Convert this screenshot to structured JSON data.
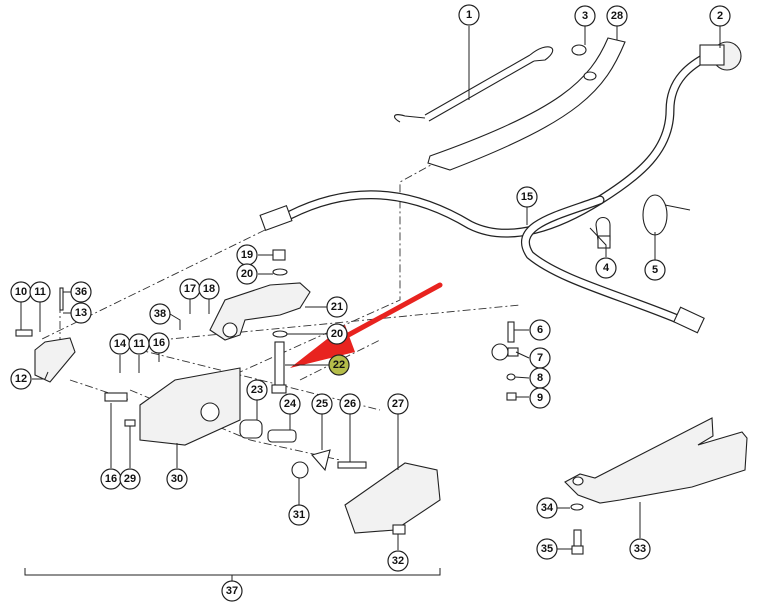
{
  "diagram": {
    "title": "Exploded parts diagram",
    "highlight_color": "#b5bd4a",
    "arrow_color": "#e8231f",
    "highlighted_part": "22",
    "callouts": [
      {
        "id": "c1",
        "label": "1"
      },
      {
        "id": "c2",
        "label": "2"
      },
      {
        "id": "c3",
        "label": "3"
      },
      {
        "id": "c28",
        "label": "28"
      },
      {
        "id": "c15",
        "label": "15"
      },
      {
        "id": "c4",
        "label": "4"
      },
      {
        "id": "c5",
        "label": "5"
      },
      {
        "id": "c6",
        "label": "6"
      },
      {
        "id": "c7",
        "label": "7"
      },
      {
        "id": "c8",
        "label": "8"
      },
      {
        "id": "c9",
        "label": "9"
      },
      {
        "id": "c10",
        "label": "10"
      },
      {
        "id": "c11a",
        "label": "11"
      },
      {
        "id": "c36",
        "label": "36"
      },
      {
        "id": "c13",
        "label": "13"
      },
      {
        "id": "c12",
        "label": "12"
      },
      {
        "id": "c38",
        "label": "38"
      },
      {
        "id": "c17",
        "label": "17"
      },
      {
        "id": "c18",
        "label": "18"
      },
      {
        "id": "c19",
        "label": "19"
      },
      {
        "id": "c20a",
        "label": "20"
      },
      {
        "id": "c21",
        "label": "21"
      },
      {
        "id": "c20b",
        "label": "20"
      },
      {
        "id": "c22",
        "label": "22"
      },
      {
        "id": "c14",
        "label": "14"
      },
      {
        "id": "c11b",
        "label": "11"
      },
      {
        "id": "c16a",
        "label": "16"
      },
      {
        "id": "c23",
        "label": "23"
      },
      {
        "id": "c24",
        "label": "24"
      },
      {
        "id": "c25",
        "label": "25"
      },
      {
        "id": "c26",
        "label": "26"
      },
      {
        "id": "c27",
        "label": "27"
      },
      {
        "id": "c16b",
        "label": "16"
      },
      {
        "id": "c29",
        "label": "29"
      },
      {
        "id": "c30",
        "label": "30"
      },
      {
        "id": "c31",
        "label": "31"
      },
      {
        "id": "c32",
        "label": "32"
      },
      {
        "id": "c37",
        "label": "37"
      },
      {
        "id": "c34",
        "label": "34"
      },
      {
        "id": "c35",
        "label": "35"
      },
      {
        "id": "c33",
        "label": "33"
      }
    ]
  }
}
